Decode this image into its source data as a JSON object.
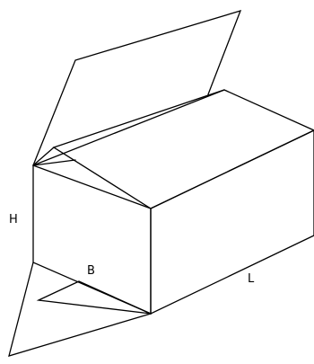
{
  "diagram": {
    "labels": {
      "height": "H",
      "breadth": "B",
      "length": "L"
    },
    "line_color": "#000000",
    "background": "#ffffff"
  }
}
